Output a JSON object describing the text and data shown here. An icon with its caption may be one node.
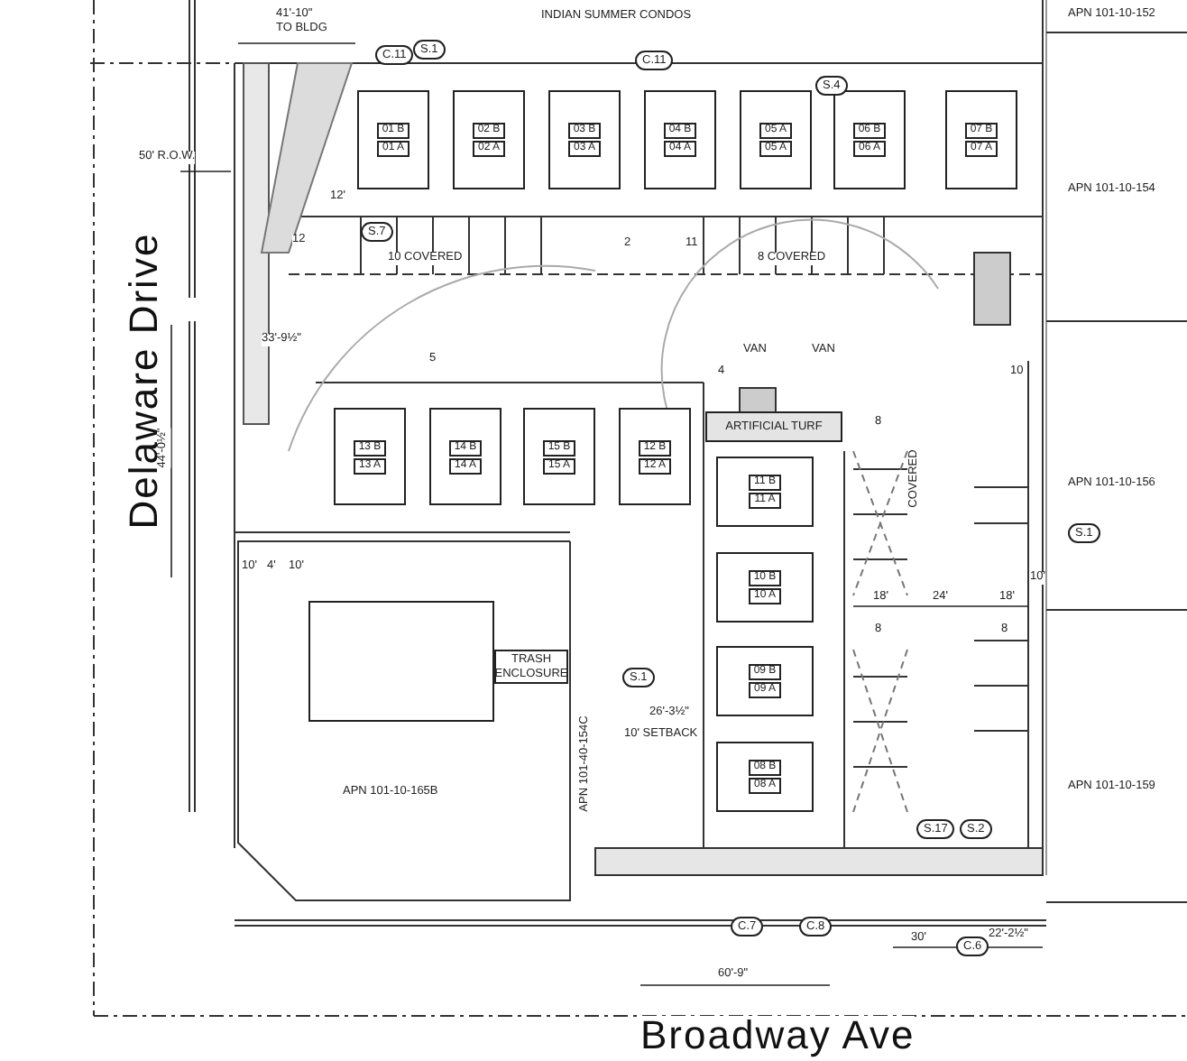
{
  "diagram": {
    "nodes": [
      {
        "text": [
          "01 B",
          "01 A"
        ]
      },
      {
        "text": [
          "02 B",
          "02 A"
        ]
      },
      {
        "text": [
          "03 B",
          "03 A"
        ]
      },
      {
        "text": [
          "04 B",
          "04 A"
        ]
      },
      {
        "text": [
          "05 A",
          "05 A"
        ]
      },
      {
        "text": [
          "06 B",
          "06 A"
        ]
      },
      {
        "text": [
          "07 B",
          "07 A"
        ]
      },
      {
        "text": [
          "13 B",
          "13 A"
        ]
      },
      {
        "text": [
          "14 B",
          "14 A"
        ]
      },
      {
        "text": [
          "15 B",
          "15 A"
        ]
      },
      {
        "text": [
          "12 B",
          "12 A"
        ]
      },
      {
        "text": [
          "ARTIFICIAL TURF"
        ]
      },
      {
        "text": [
          "11 B",
          "11 A"
        ]
      },
      {
        "text": [
          "10 B",
          "10 A"
        ]
      },
      {
        "text": [
          "09 B",
          "09 A"
        ]
      },
      {
        "text": [
          "08 B",
          "08 A"
        ]
      },
      {
        "text": [],
        "shape": "box"
      },
      {
        "text": [
          "TRASH ENCLOSURE"
        ]
      }
    ],
    "labels": [
      "INDIAN SUMMER CONDOS",
      "APN 101-10-152",
      "APN 101-10-154",
      "APN 101-10-156",
      "APN 101-10-159",
      "APN 101-10-165B",
      "APN 101-40-154C",
      "Delaware Drive",
      "Broadway Ave",
      "50' R.O.W.",
      "41'-10\"",
      "TO BLDG",
      "10 COVERED",
      "8 COVERED",
      "12",
      "2",
      "11",
      "5",
      "4",
      "VAN",
      "VAN",
      "COVERED",
      "8",
      "8",
      "8",
      "10",
      "18'",
      "24'",
      "18'",
      "10'",
      "44'-0½\"",
      "10'",
      "4'",
      "10'",
      "10' SETBACK",
      "26'-3½\"",
      "60'-9\"",
      "30'",
      "22'-2½\"",
      "12'",
      "33'-9½\"",
      "C.11",
      "S.1",
      "C.11",
      "S.4",
      "S.7",
      "S.1",
      "S.1",
      "S.2",
      "C.7",
      "C.8",
      "C.6",
      "S.17"
    ]
  }
}
